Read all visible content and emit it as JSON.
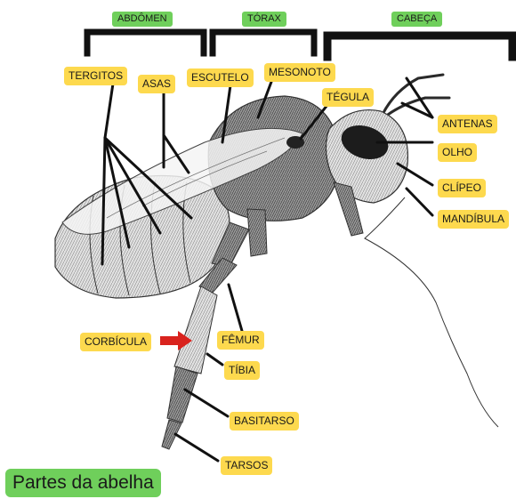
{
  "sections": {
    "abdomen": "ABDÔMEN",
    "torax": "TÓRAX",
    "cabeca": "CABEÇA"
  },
  "labels": {
    "tergitos": "TERGITOS",
    "asas": "ASAS",
    "escutelo": "ESCUTELO",
    "mesonoto": "MESONOTO",
    "tegula": "TÉGULA",
    "antenas": "ANTENAS",
    "olho": "OLHO",
    "clipeo": "CLÍPEO",
    "mandibula": "MANDÍBULA",
    "corbicula": "CORBÍCULA",
    "femur": "FÊMUR",
    "tibia": "TÍBIA",
    "basitarso": "BASITARSO",
    "tarsos": "TARSOS"
  },
  "caption": "Partes da abelha",
  "colors": {
    "label_fill": "#fdd94e",
    "section_fill": "#6fcf5b",
    "leader_line": "#111111",
    "corbicula_arrow": "#d9231e"
  }
}
